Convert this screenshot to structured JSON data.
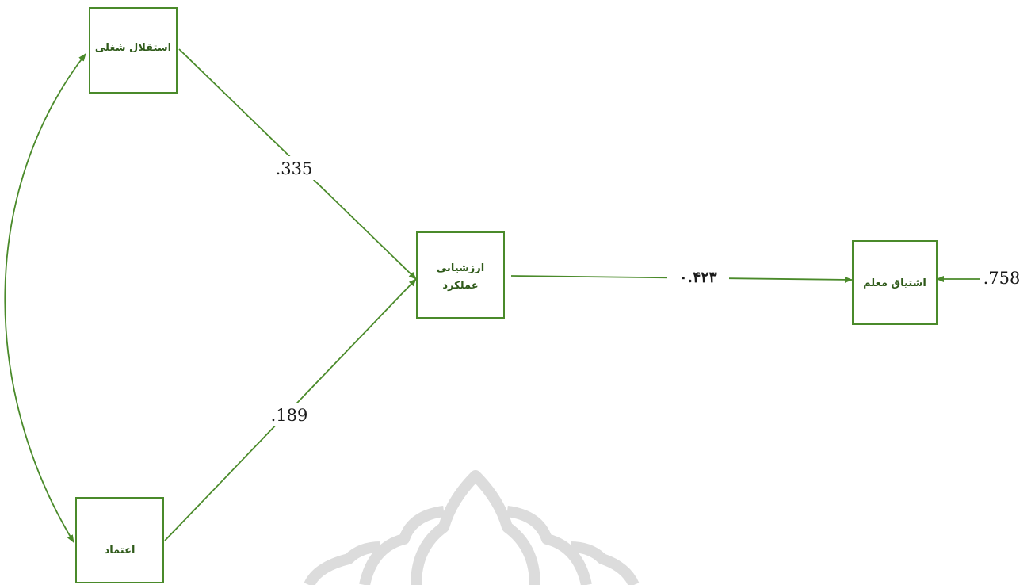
{
  "nodes": {
    "job_independence": "استقلال شغلی",
    "trust": "اعتماد",
    "performance_evaluation": [
      "ارزشیابی",
      "عملکرد"
    ],
    "teacher_engagement": "اشتیاق معلم"
  },
  "paths": {
    "job_independence_to_evaluation": ".335",
    "trust_to_evaluation": ".189",
    "evaluation_to_engagement": "۰.۴۲۳",
    "engagement_error": ".758"
  },
  "colors": {
    "line": "#4a8a2a",
    "text": "#2f5a1a",
    "watermark": "#dcdcdc"
  },
  "watermark_icon": "star-ornament-watermark-icon"
}
